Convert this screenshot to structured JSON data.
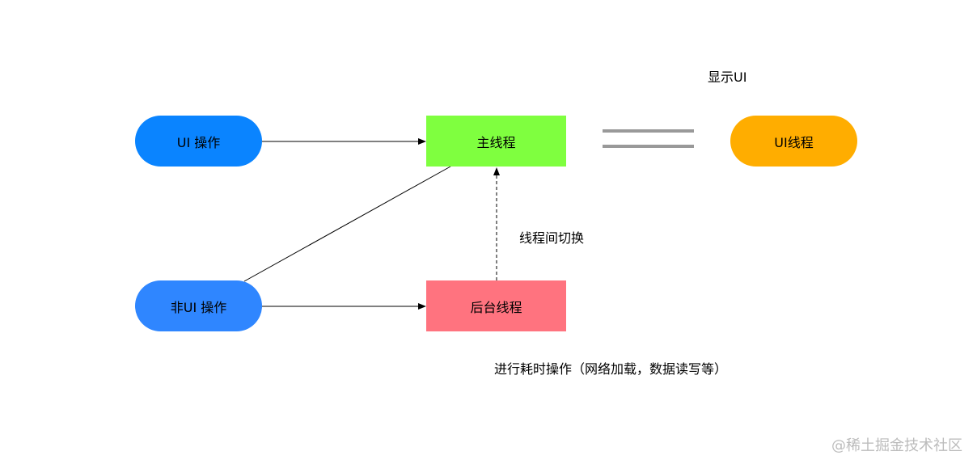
{
  "nodes": {
    "ui_op": {
      "label": "UI 操作",
      "color": "#0a84ff"
    },
    "non_ui_op": {
      "label": "非UI 操作",
      "color": "#2f86ff"
    },
    "main_thread": {
      "label": "主线程",
      "color": "#7fff3f"
    },
    "bg_thread": {
      "label": "后台线程",
      "color": "#ff737f"
    },
    "ui_thread": {
      "label": "UI线程",
      "color": "#ffad00"
    }
  },
  "labels": {
    "show_ui": "显示UI",
    "switch": "线程间切换",
    "bg_note": "进行耗时操作（网络加载，数据读写等）"
  },
  "watermark": "@稀土掘金技术社区",
  "colors": {
    "edge": "#000000",
    "equals": "#999999"
  }
}
